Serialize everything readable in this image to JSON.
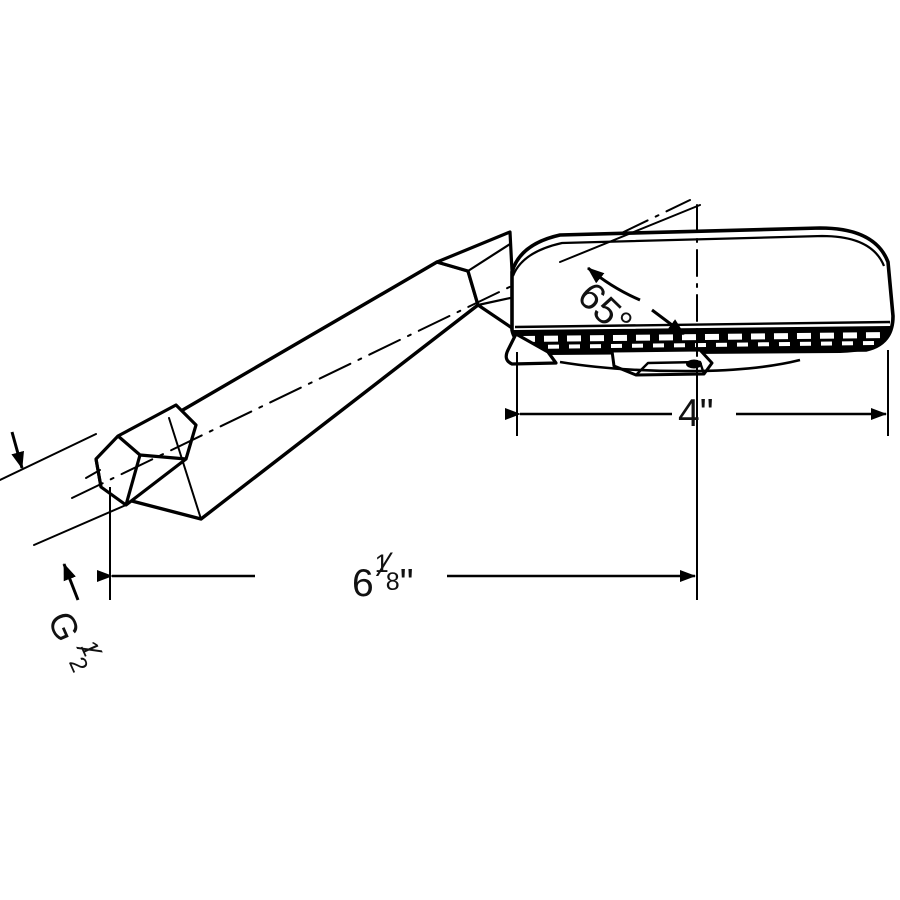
{
  "drawing": {
    "title": "Handheld shower technical dimension drawing",
    "subject": "hand shower",
    "background_color": "#ffffff",
    "line_color": "#000000",
    "view": "side elevation"
  },
  "dimensions": {
    "length": {
      "name": "overall-length",
      "whole": "6",
      "fraction_numerator": "1",
      "fraction_denominator": "8",
      "unit": "\"",
      "text": "6 1/8\"",
      "orientation": "horizontal"
    },
    "diameter": {
      "name": "spray-face-diameter",
      "value": "4",
      "unit": "\"",
      "text": "4\"",
      "orientation": "horizontal"
    },
    "angle": {
      "name": "head-angle",
      "value": "65",
      "unit": "°",
      "text": "65°",
      "orientation": "rotated"
    },
    "thread": {
      "name": "inlet-thread",
      "designation": "G",
      "fraction_numerator": "1",
      "fraction_denominator": "2",
      "text": "G 1/2",
      "orientation": "rotated"
    }
  }
}
